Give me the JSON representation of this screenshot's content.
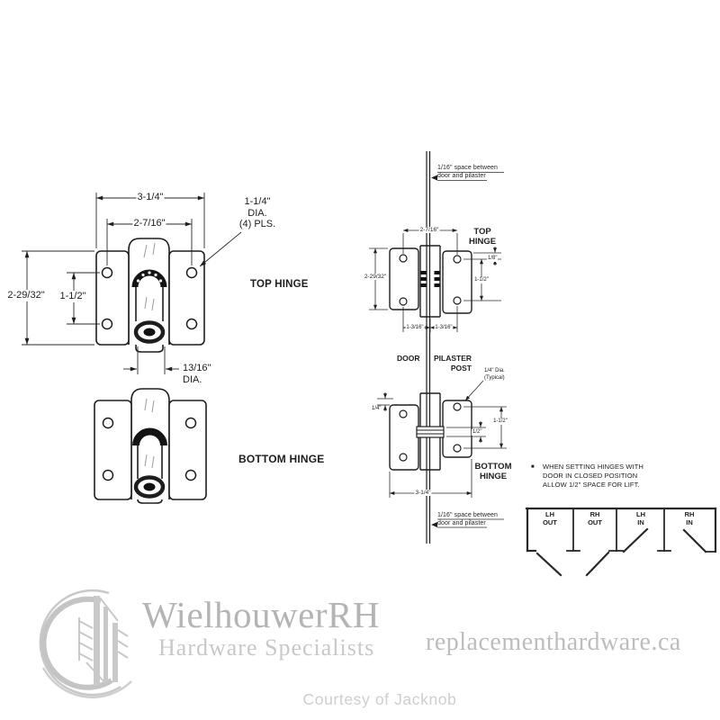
{
  "left_view": {
    "top_hinge": {
      "dim_width": "3-1/4\"",
      "dim_hole_spacing": "2-7/16\"",
      "hole_dia_note": "1-1/4\"\nDIA.\n(4) PLS.",
      "label": "TOP HINGE",
      "dim_height": "2-29/32\"",
      "dim_hole_vertical": "1-1/2\"",
      "dim_pin": "13/16\"\nDIA."
    },
    "bottom_hinge": {
      "label": "BOTTOM HINGE"
    }
  },
  "assembly_view": {
    "space_note_top": "1/16\" space between\ndoor and pilaster",
    "top_hinge": {
      "dim_hole_spacing": "2-7/16\"",
      "label": "TOP\nHINGE",
      "dim_height": "2-29/32\"",
      "dim_offset": "1/8\"",
      "dim_hole_vertical": "1-1/2\"",
      "dim_left_half": "1-3/16\"",
      "dim_right_half": "1-3/16\""
    },
    "door_label": "DOOR",
    "pilaster_label": "PILASTER\nPOST",
    "hole_dia_note": "1/4\" Dia.\n(Typical)",
    "bottom_hinge": {
      "dim_lift": "1/4\"",
      "dim_cam": "1/2\"",
      "dim_hole_vertical": "1-1/2\"",
      "label": "BOTTOM\nHINGE",
      "dim_width": "3-1/4\""
    },
    "space_note_bottom": "1/16\" space between\ndoor and pilaster"
  },
  "note": {
    "bullet": "■",
    "text": "WHEN SETTING HINGES WITH\nDOOR IN CLOSED POSITION\nALLOW 1/2\" SPACE FOR LIFT."
  },
  "handing_chart": {
    "cells": [
      {
        "label": "LH\nOUT"
      },
      {
        "label": "RH\nOUT"
      },
      {
        "label": "LH\nIN"
      },
      {
        "label": "RH\nIN"
      }
    ]
  },
  "watermark": {
    "brand": "WielhouwerRH",
    "tagline": "Hardware Specialists",
    "website": "replacementhardware.ca",
    "courtesy": "Courtesy of Jacknob"
  },
  "colors": {
    "line": "#1e1e1e",
    "watermark": "#c6c6c6"
  }
}
